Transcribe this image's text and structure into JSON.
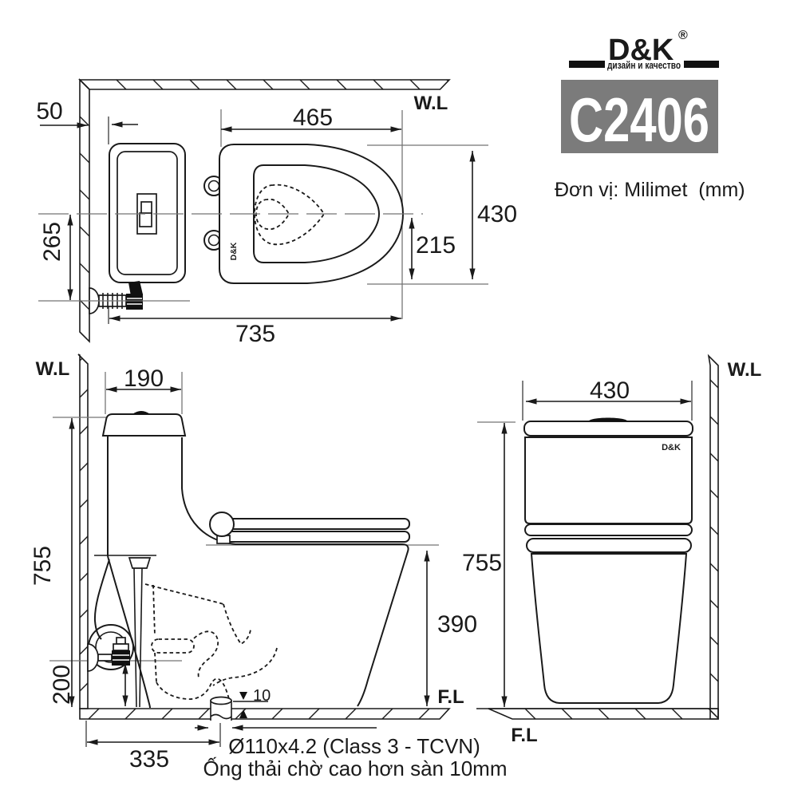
{
  "brand": {
    "name": "D&K",
    "registered": "®",
    "tagline": "дизайн и качество",
    "model": "C2406",
    "unit_note": "Đơn vị: Milimet  (mm)"
  },
  "top_view": {
    "wall_label": "W.L",
    "logo": "D&K",
    "dim_wall_gap": "50",
    "dim_seat_length": "465",
    "dim_width": "430",
    "dim_center_to_edge": "215",
    "dim_total_depth": "735",
    "dim_inlet_offset": "265"
  },
  "side_view": {
    "wall_label": "W.L",
    "floor_label": "F.L",
    "dim_tank_depth": "190",
    "dim_height": "755",
    "dim_inlet_height": "200",
    "dim_outlet_distance": "335",
    "dim_rim_height": "390",
    "dim_outlet_gap": "10",
    "note_pipe": "Ø110x4.2 (Class 3 - TCVN)",
    "note_outlet": "Ống thải chờ cao hơn sàn 10mm"
  },
  "front_view": {
    "wall_label": "W.L",
    "floor_label": "F.L",
    "logo": "D&K",
    "dim_width": "430",
    "dim_height": "755"
  }
}
